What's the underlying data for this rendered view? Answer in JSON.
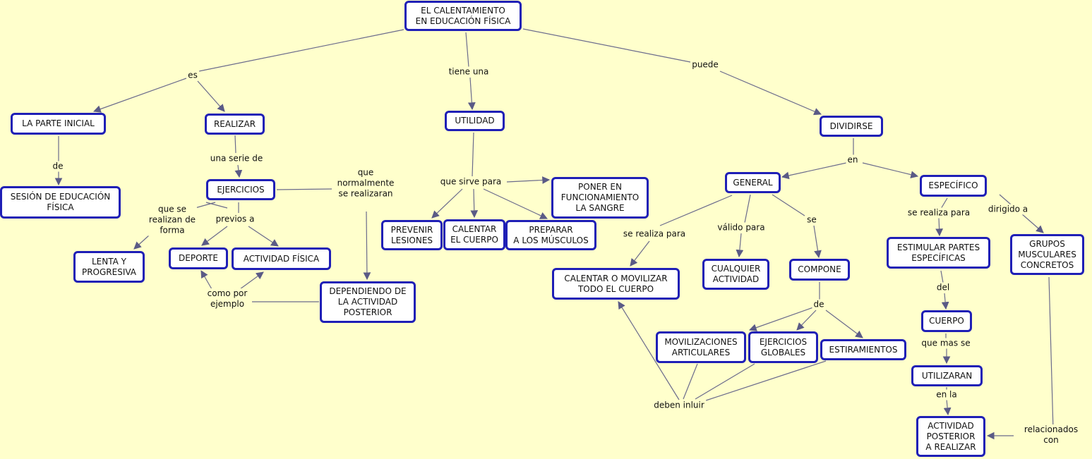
{
  "nodes": {
    "n_title": "EL CALENTAMIENTO\nEN EDUCACIÓN FÍSICA",
    "n_parte": "LA PARTE INICIAL",
    "n_sesion": "SESIÓN DE EDUCACIÓN\nFÍSICA",
    "n_realizar": "REALIZAR",
    "n_ejercicios": "EJERCICIOS",
    "n_lenta": "LENTA Y\nPROGRESIVA",
    "n_deporte": "DEPORTE",
    "n_actfisica": "ACTIVIDAD FÍSICA",
    "n_dependiendo": "DEPENDIENDO DE\nLA ACTIVIDAD\nPOSTERIOR",
    "n_utilidad": "UTILIDAD",
    "n_poner": "PONER EN\nFUNCIONAMIENTO\nLA SANGRE",
    "n_prevenir": "PREVENIR\nLESIONES",
    "n_calcuerpo": "CALENTAR\nEL CUERPO",
    "n_preparar": "PREPARAR\nA LOS MÚSCULOS",
    "n_dividirse": "DIVIDIRSE",
    "n_general": "GENERAL",
    "n_especifico": "ESPECÍFICO",
    "n_calmov": "CALENTAR  O MOVILIZAR\nTODO EL CUERPO",
    "n_cualquier": "CUALQUIER\nACTIVIDAD",
    "n_compone": "COMPONE",
    "n_movil": "MOVILIZACIONES\nARTICULARES",
    "n_ejglob": "EJERCICIOS\nGLOBALES",
    "n_estir": "ESTIRAMIENTOS",
    "n_estimular": "ESTIMULAR PARTES\nESPECÍFICAS",
    "n_grupos": "GRUPOS\nMUSCULARES\nCONCRETOS",
    "n_cuerpo": "CUERPO",
    "n_utilizaran": "UTILIZARAN",
    "n_actpost": "ACTIVIDAD\nPOSTERIOR\nA REALIZAR"
  },
  "labels": {
    "l_es": "es",
    "l_tiene": "tiene una",
    "l_puede": "puede",
    "l_de1": "de",
    "l_serie": "una serie de",
    "l_queserealizan": "que se\nrealizan de\nforma",
    "l_previos": "previos a",
    "l_comopor": "como por\nejemplo",
    "l_normal": "que\nnormalmente\nse realizaran",
    "l_sirve": "que sirve para",
    "l_en": "en",
    "l_serealiza1": "se realiza para",
    "l_valido": "válido para",
    "l_se": "se",
    "l_de2": "de",
    "l_deben": "deben inluir",
    "l_serealiza2": "se realiza para",
    "l_dirigido": "dirigido a",
    "l_del": "del",
    "l_quemas": "que mas se",
    "l_enla": "en la",
    "l_relac": "relacionados con"
  },
  "colors": {
    "background": "#ffffcc",
    "node_border": "#1f1fb6",
    "edge": "#6b6b8c"
  }
}
